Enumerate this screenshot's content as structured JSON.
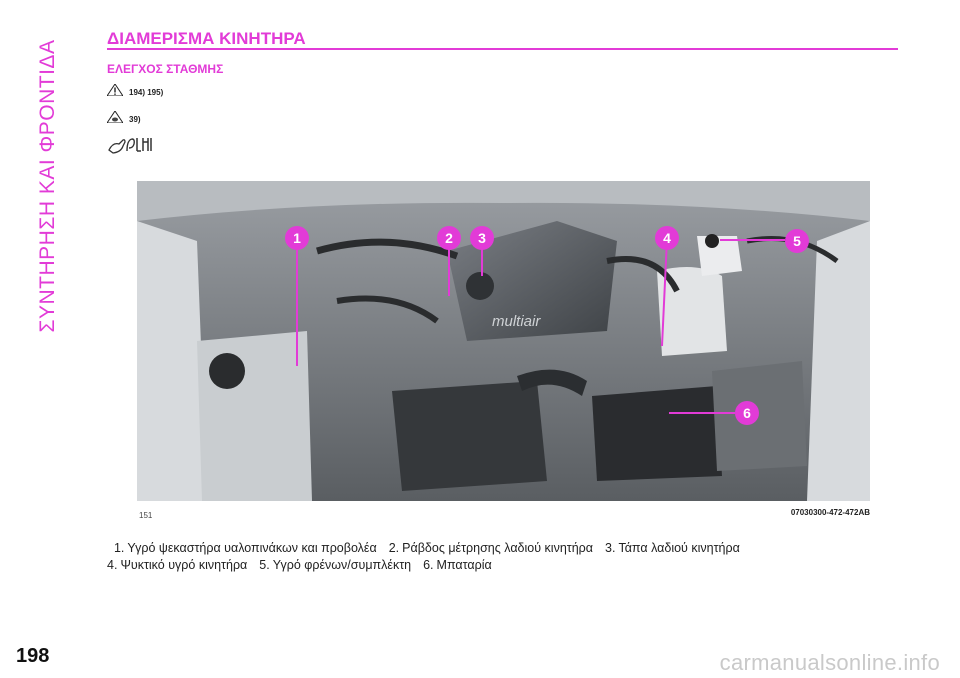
{
  "side_title": "ΣΥΝΤΗΡΗΣΗ ΚΑΙ ΦΡΟΝΤΙΔΑ",
  "section_heading": "ΔΙΑΜΕΡΙΣΜΑ ΚΙΝΗΤΗΡΑ",
  "sub_heading": "ΕΛΕΓΧΟΣ ΣΤΑΘΜΗΣ",
  "warnings": [
    {
      "icon": "warning-triangle-icon",
      "text": "194) 195)"
    },
    {
      "icon": "caution-drop-icon",
      "text": "39)"
    }
  ],
  "eco_icon": "eco-hand-icon",
  "figure": {
    "callouts": [
      "1",
      "2",
      "3",
      "4",
      "5",
      "6"
    ],
    "engine_cover_text": "multiair",
    "id_left": "151",
    "id_right": "07030300-472-472AB"
  },
  "legend": [
    {
      "num": "1.",
      "text": "Υγρό ψεκαστήρα υαλοπινάκων και προβολέα"
    },
    {
      "num": "2.",
      "text": "Ράβδος μέτρησης λαδιού κινητήρα"
    },
    {
      "num": "3.",
      "text": "Τάπα λαδιού κινητήρα"
    },
    {
      "num": "4.",
      "text": "Ψυκτικό υγρό κινητήρα"
    },
    {
      "num": "5.",
      "text": "Υγρό φρένων/συμπλέκτη"
    },
    {
      "num": "6.",
      "text": "Μπαταρία"
    }
  ],
  "page_number": "198",
  "watermark": "carmanualsonline.info",
  "colors": {
    "accent": "#e23bd7",
    "text": "#222222"
  }
}
